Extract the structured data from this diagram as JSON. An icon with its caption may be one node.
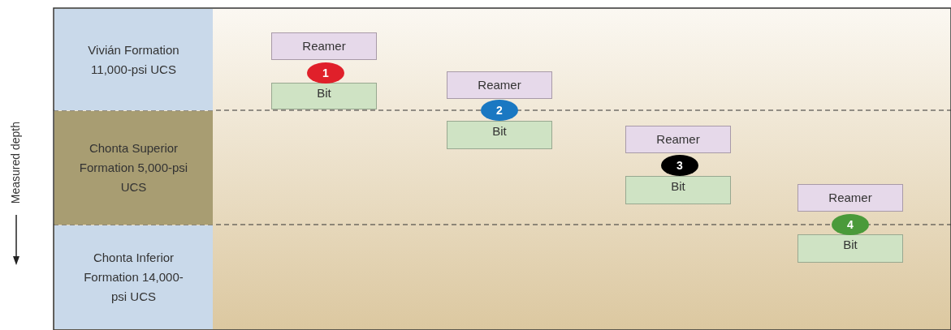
{
  "diagram": {
    "nodes": [
      {
        "text": [
          "Vivián Formation 11,000-psi UCS"
        ]
      },
      {
        "text": [
          "Chonta Superior Formation 5,000-psi UCS"
        ]
      },
      {
        "text": [
          "Chonta Inferior Formation 14,000-psi UCS"
        ]
      },
      {
        "text": [
          "Reamer"
        ]
      },
      {
        "text": [
          "1"
        ]
      },
      {
        "text": [
          "Bit"
        ]
      },
      {
        "text": [
          "Reamer"
        ]
      },
      {
        "text": [
          "2"
        ]
      },
      {
        "text": [
          "Bit"
        ]
      },
      {
        "text": [
          "Reamer"
        ]
      },
      {
        "text": [
          "3"
        ]
      },
      {
        "text": [
          "Bit"
        ]
      },
      {
        "text": [
          "Reamer"
        ]
      },
      {
        "text": [
          "4"
        ]
      },
      {
        "text": [
          "Bit"
        ]
      }
    ],
    "labels": [
      "Measured depth"
    ]
  }
}
